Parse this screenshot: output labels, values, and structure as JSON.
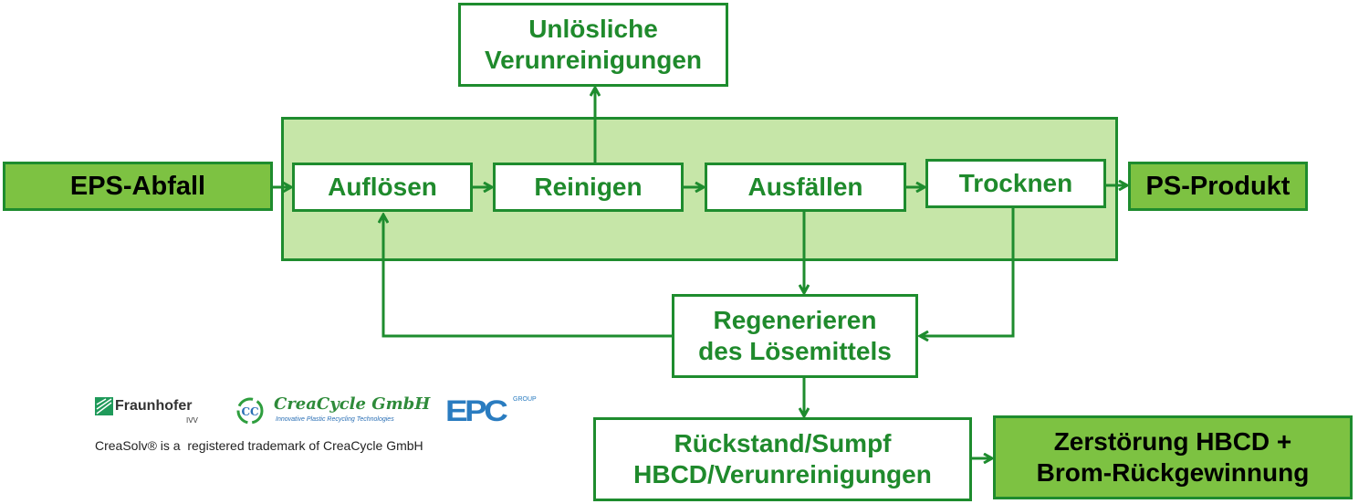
{
  "nodes": {
    "insoluble": {
      "line1": "Unlösliche",
      "line2": "Verunreinigungen"
    },
    "eps_waste": "EPS-Abfall",
    "dissolve": "Auflösen",
    "clean": "Reinigen",
    "precipitate": "Ausfällen",
    "dry": "Trocknen",
    "ps_product": "PS-Produkt",
    "regenerate": {
      "line1": "Regenerieren",
      "line2": "des Lösemittels"
    },
    "residue": {
      "line1": "Rückstand/Sumpf",
      "line2": "HBCD/Verunreinigungen"
    },
    "destruction": {
      "line1": "Zerstörung HBCD +",
      "line2": "Brom-Rückgewinnung"
    }
  },
  "logos": {
    "fraunhofer": {
      "name": "Fraunhofer",
      "sub": "IVV"
    },
    "creacycle": {
      "name": "CreaCycle GmbH",
      "tagline": "Innovative Plastic Recycling Technologies"
    },
    "epc": {
      "name": "EPC",
      "group": "GROUP"
    }
  },
  "trademark_note": "CreaSolv® is a  registered trademark of CreaCycle GmbH",
  "colors": {
    "border": "#1e8c2e",
    "fill_dark": "#7dc242",
    "fill_light": "#c6e6a8",
    "text_green": "#1f8a2c",
    "epc_blue": "#2a7cc0"
  }
}
